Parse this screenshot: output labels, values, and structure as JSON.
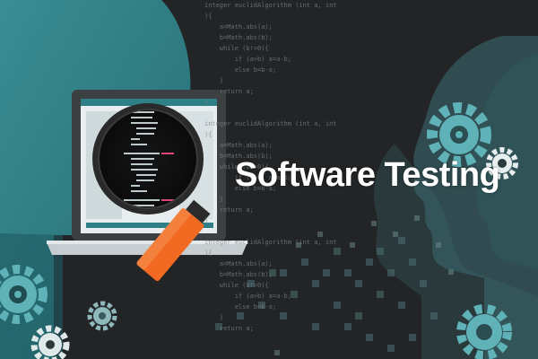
{
  "headline": "Software Testing",
  "colors": {
    "background": "#222426",
    "teal": "#2f7f86",
    "teal_light": "#53a7ad",
    "laptop_screen": "#e8eef0",
    "magnifier_rim": "#2b2b2b",
    "handle_orange": "#f26a21",
    "text": "#ffffff"
  },
  "code_lines": [
    "integer euclidAlgorithm (int a, int",
    "){",
    "    a=Math.abs(a);",
    "    b=Math.abs(b);",
    "    while (b!=0){",
    "        if (a>b) a=a-b;",
    "        else b=b-a;",
    "    }",
    "    return a;",
    "}",
    "",
    "integer euclidAlgorithm (int a, int",
    "){",
    "    a=Math.abs(a);",
    "    b=Math.abs(b);",
    "    while (b!=0){",
    "        if (a>b) a=a-b;",
    "        else b=b-a;",
    "    }",
    "    return a;",
    "}",
    "",
    "integer euclidAlgorithm (int a, int",
    "){",
    "    a=Math.abs(a);",
    "    b=Math.abs(b);",
    "    while (b!=0){",
    "        if (a>b) a=a-b;",
    "        else b=b-a;",
    "    }",
    "    return a;"
  ],
  "icons": [
    "gear-icon",
    "magnifier-icon",
    "laptop-icon",
    "head-silhouette-icon"
  ]
}
